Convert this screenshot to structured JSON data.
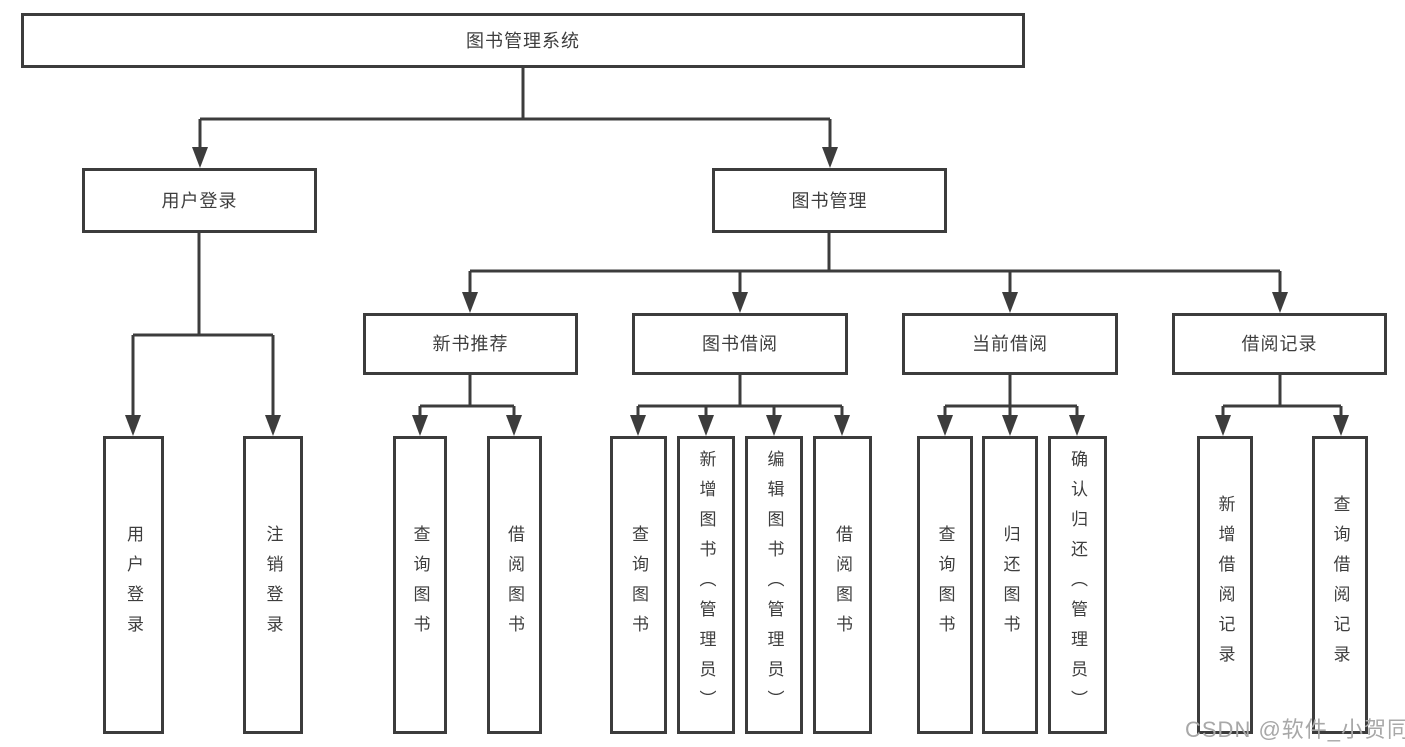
{
  "title": "图书管理系统",
  "watermark": "CSDN @软件_小贺同学",
  "colors": {
    "line": "#3c3c3c",
    "text": "#3e3e3e",
    "watermark": "#a8a8a8",
    "background": "#ffffff"
  },
  "nodes": {
    "root": "图书管理系统",
    "userLogin": "用户登录",
    "bookMgmt": "图书管理",
    "newBookRec": "新书推荐",
    "bookBorrow": "图书借阅",
    "currentBorrow": "当前借阅",
    "borrowRecords": "借阅记录",
    "leafUserLogin": "用户登录",
    "leafLogout": "注销登录",
    "leafQueryBooksRec": "查询图书",
    "leafBorrowBooksRec": "借阅图书",
    "leafQueryBooksBor": "查询图书",
    "leafAddBooks": "新增图书（管理员）",
    "leafEditBooks": "编辑图书（管理员）",
    "leafBorrowBooksBor": "借阅图书",
    "leafQueryBooksCur": "查询图书",
    "leafReturnBooks": "归还图书",
    "leafConfirmReturn": "确认归还（管理员）",
    "leafAddRecord": "新增借阅记录",
    "leafQueryRecord": "查询借阅记录"
  },
  "hierarchy": {
    "图书管理系统": {
      "用户登录": [
        "用户登录",
        "注销登录"
      ],
      "图书管理": {
        "新书推荐": [
          "查询图书",
          "借阅图书"
        ],
        "图书借阅": [
          "查询图书",
          "新增图书（管理员）",
          "编辑图书（管理员）",
          "借阅图书"
        ],
        "当前借阅": [
          "查询图书",
          "归还图书",
          "确认归还（管理员）"
        ],
        "借阅记录": [
          "新增借阅记录",
          "查询借阅记录"
        ]
      }
    }
  }
}
